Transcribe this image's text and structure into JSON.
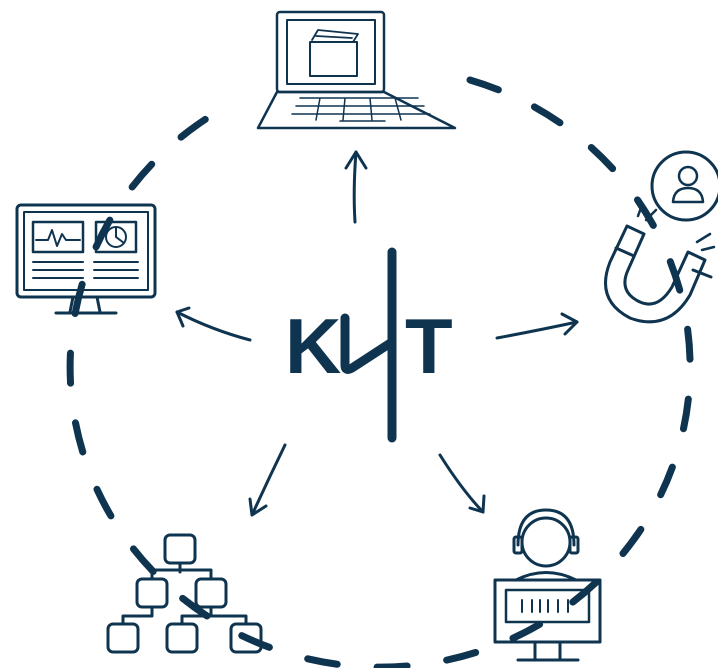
{
  "logo": {
    "left": "K",
    "right": "T",
    "color": "#0f3450"
  },
  "nodes": [
    {
      "id": "laptop",
      "icon": "laptop-folder-icon"
    },
    {
      "id": "magnet",
      "icon": "magnet-attract-user-icon"
    },
    {
      "id": "support",
      "icon": "headset-agent-icon"
    },
    {
      "id": "hierarchy",
      "icon": "org-chart-icon"
    },
    {
      "id": "dashboard",
      "icon": "monitor-dashboard-icon"
    }
  ],
  "colors": {
    "ink": "#0f3450",
    "background": "#ffffff"
  }
}
